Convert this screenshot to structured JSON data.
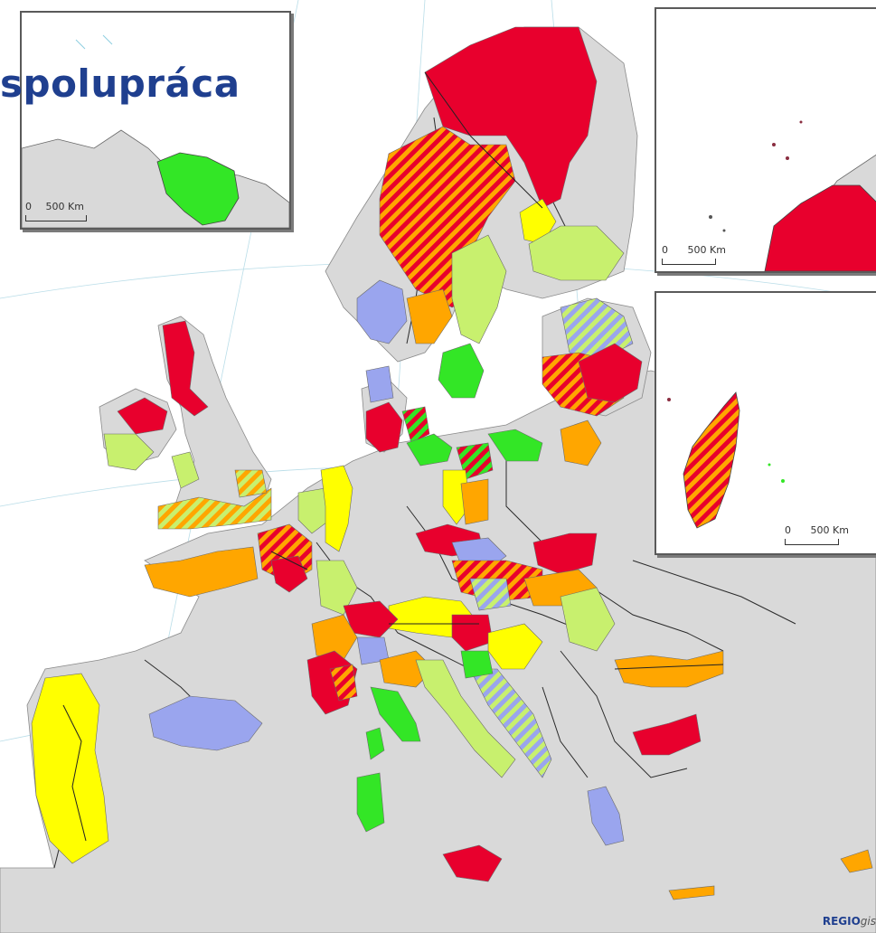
{
  "map": {
    "title": "spolupráca",
    "credit_strong": "REGIO",
    "credit_italic": "gis",
    "colors": {
      "sea": "#ffffff",
      "land": "#d9d9d9",
      "border": "#2b2b2b",
      "red": "#e8002d",
      "orange": "#ffa600",
      "yellow": "#ffff00",
      "green": "#33e626",
      "light_green": "#c8f06e",
      "lavender": "#9aa5ee",
      "title": "#1f3f8f"
    },
    "insets": [
      {
        "name": "french-guiana-inset",
        "scale_zero": "0",
        "scale_label": "500 Km"
      },
      {
        "name": "azores-canaries-inset",
        "scale_zero": "0",
        "scale_label": "500 Km"
      },
      {
        "name": "indian-ocean-inset",
        "scale_zero": "0",
        "scale_label": "500 Km"
      }
    ]
  }
}
